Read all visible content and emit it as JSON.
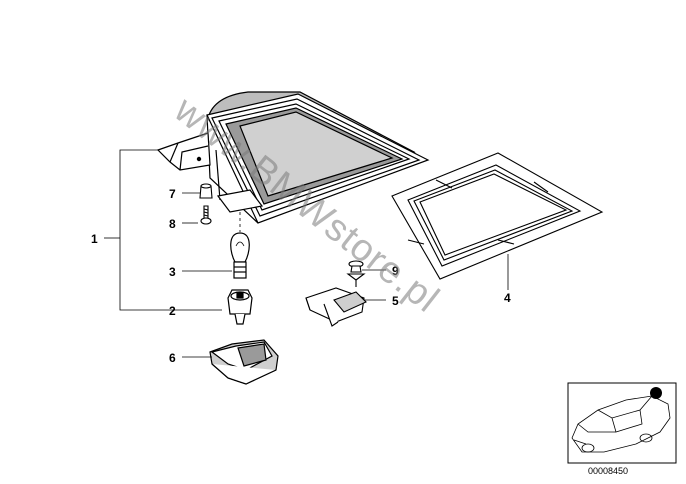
{
  "callouts": {
    "c1": "1",
    "c2": "2",
    "c3": "3",
    "c4": "4",
    "c5": "5",
    "c6": "6",
    "c7": "7",
    "c8": "8",
    "c9": "9"
  },
  "watermark": "www.BMWstore.pl",
  "diagram_number": "00008450",
  "colors": {
    "line": "#000000",
    "shade": "#777777",
    "watermark": "#7a7a7a",
    "highlight": "#000000"
  }
}
